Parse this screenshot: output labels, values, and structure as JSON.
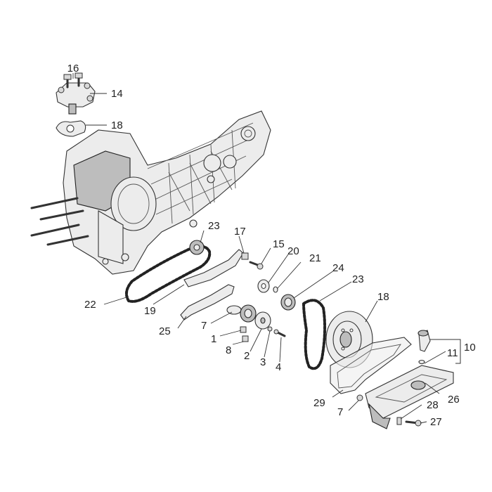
{
  "callouts": [
    {
      "label": "16"
    },
    {
      "label": "14"
    },
    {
      "label": "18"
    },
    {
      "label": "23"
    },
    {
      "label": "17"
    },
    {
      "label": "15"
    },
    {
      "label": "20"
    },
    {
      "label": "21"
    },
    {
      "label": "24"
    },
    {
      "label": "23"
    },
    {
      "label": "18"
    },
    {
      "label": "22"
    },
    {
      "label": "19"
    },
    {
      "label": "25"
    },
    {
      "label": "7"
    },
    {
      "label": "1"
    },
    {
      "label": "8"
    },
    {
      "label": "2"
    },
    {
      "label": "3"
    },
    {
      "label": "4"
    },
    {
      "label": "10"
    },
    {
      "label": "11"
    },
    {
      "label": "29"
    },
    {
      "label": "26"
    },
    {
      "label": "7"
    },
    {
      "label": "28"
    },
    {
      "label": "27"
    }
  ]
}
